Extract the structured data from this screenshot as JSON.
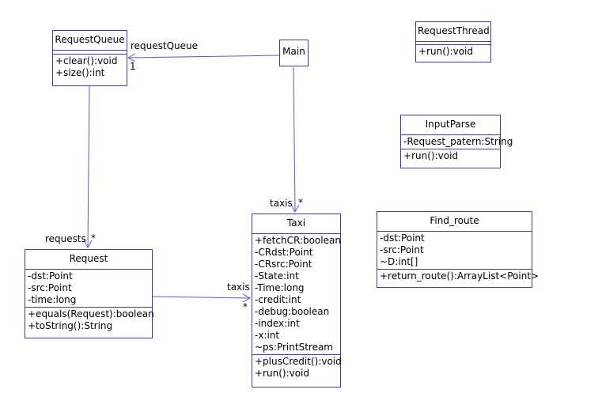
{
  "classes": {
    "request_queue": {
      "name": "RequestQueue",
      "attributes": [],
      "operations": [
        "+clear():void",
        "+size():int"
      ]
    },
    "main": {
      "name": "Main"
    },
    "request_thread": {
      "name": "RequestThread",
      "attributes": [],
      "operations": [
        "+run():void"
      ]
    },
    "input_parse": {
      "name": "InputParse",
      "attributes": [
        "-Request_patern:String"
      ],
      "operations": [
        "+run():void"
      ]
    },
    "find_route": {
      "name": "Find_route",
      "attributes": [
        "-dst:Point",
        "-src:Point",
        "~D:int[]"
      ],
      "operations": [
        "+return_route():ArrayList<Point>"
      ]
    },
    "request": {
      "name": "Request",
      "attributes": [
        "-dst:Point",
        "-src:Point",
        "-time:long"
      ],
      "operations": [
        "+equals(Request):boolean",
        "+toString():String"
      ]
    },
    "taxi": {
      "name": "Taxi",
      "attributes": [
        "+fetchCR:boolean",
        "-CRdst:Point",
        "-CRsrc:Point",
        "-State:int",
        "-Time:long",
        "-credit:int",
        "-debug:boolean",
        "-index:int",
        "-x:int",
        "~ps:PrintStream"
      ],
      "operations": [
        "+plusCredit():void",
        "+run():void"
      ]
    }
  },
  "associations": {
    "main_to_queue": {
      "role": "requestQueue",
      "multiplicity": "1"
    },
    "main_to_taxi": {
      "role": "taxis",
      "multiplicity": "*"
    },
    "queue_to_request": {
      "role": "requests",
      "multiplicity": "*"
    },
    "request_to_taxi": {
      "role": "taxis",
      "multiplicity": "*"
    }
  },
  "colors": {
    "border": "#3b3ba8",
    "edge": "#5a5ad0"
  }
}
